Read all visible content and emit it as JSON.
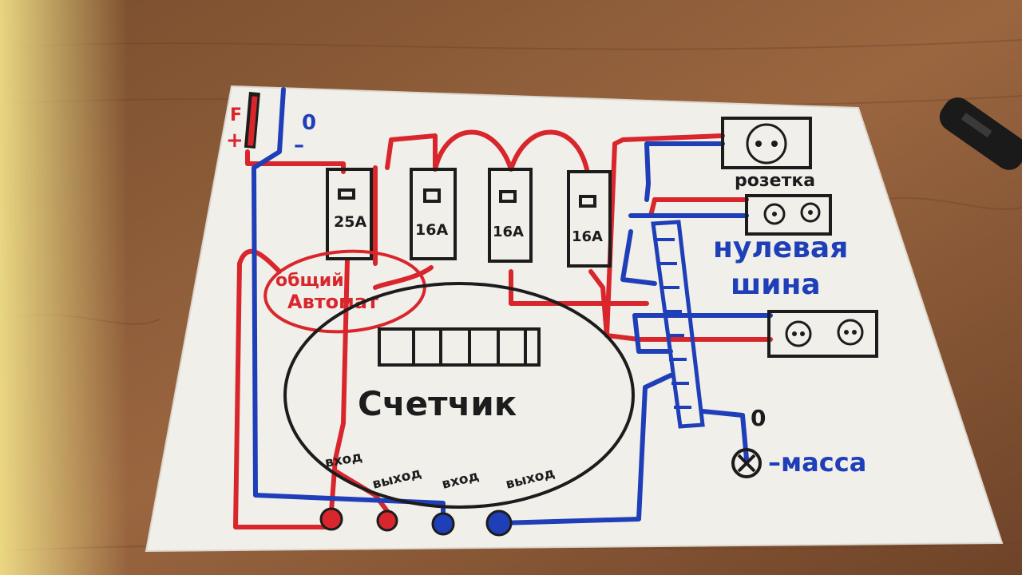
{
  "colors": {
    "table": "#8a5a35",
    "paper": "#f1efea",
    "red_wire": "#d8262c",
    "blue_wire": "#1f3fb8",
    "ink": "#1c1c1c"
  },
  "labels": {
    "phase_letter": "F",
    "plus_sign": "+",
    "neutral_zero": "0",
    "minus_sign": "–",
    "breaker_main": "25A",
    "breaker_1": "16A",
    "breaker_2": "16A",
    "breaker_3": "16A",
    "common_breaker_line1": "общий",
    "common_breaker_line2": "Автомат",
    "meter_title": "Счетчик",
    "terminal_in_1": "вход",
    "terminal_out_1": "выход",
    "terminal_in_2": "вход",
    "terminal_out_2": "выход",
    "socket_label": "розетка",
    "neutral_bus_line1": "нулевая",
    "neutral_bus_line2": "шина",
    "ground_zero": "0",
    "ground_label": "–масса"
  },
  "icons": [
    "marker-pen-icon",
    "socket-icon",
    "ground-symbol-icon"
  ]
}
